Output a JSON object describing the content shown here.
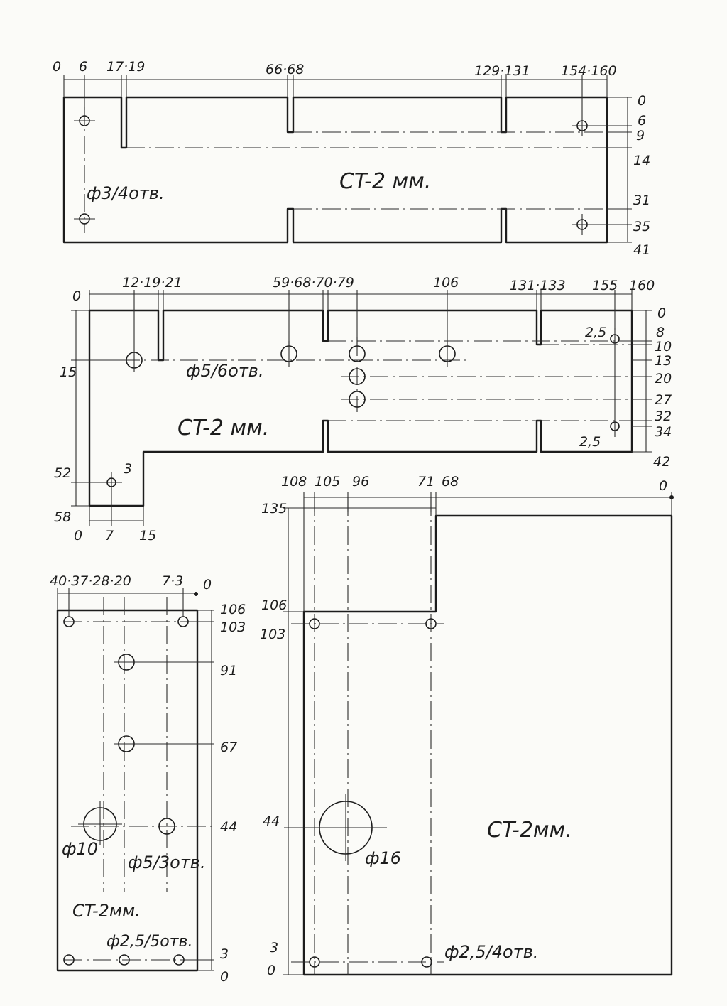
{
  "part1": {
    "material": "CT-2 мм.",
    "holes_note": "ф3/4отв.",
    "top_dims": [
      "0",
      "6",
      "17·19",
      "66·68",
      "129·131",
      "154·160"
    ],
    "right_dims": [
      "0",
      "6",
      "9",
      "14",
      "31",
      "35",
      "41"
    ]
  },
  "part2": {
    "material": "CT-2 мм.",
    "holes_note": "ф5/6отв.",
    "top_dims": [
      "0",
      "12·19·21",
      "59·68·70·79",
      "106",
      "131·133",
      "155",
      "160"
    ],
    "right_dims": [
      "0",
      "8",
      "10",
      "13",
      "20",
      "27",
      "32",
      "34",
      "42"
    ],
    "left_dims": [
      "15",
      "52",
      "58"
    ],
    "bottom_dims": [
      "0",
      "7",
      "15"
    ],
    "small_notes": [
      "2,5",
      "2,5",
      "3"
    ]
  },
  "part3": {
    "material": "CT-2мм.",
    "holes_note_a": "ф5/3отв.",
    "holes_note_b": "ф2,5/5отв.",
    "big_hole": "ф10",
    "top_dims": [
      "40·37·28·20",
      "7·3",
      "0"
    ],
    "right_dims": [
      "106",
      "103",
      "91",
      "67",
      "44",
      "3",
      "0"
    ]
  },
  "part4": {
    "material": "CT-2мм.",
    "holes_note": "ф2,5/4отв.",
    "big_hole": "ф16",
    "top_dims": [
      "108",
      "105",
      "96",
      "71",
      "68",
      "0"
    ],
    "left_dims": [
      "135",
      "106",
      "103",
      "44",
      "3",
      "0"
    ]
  }
}
